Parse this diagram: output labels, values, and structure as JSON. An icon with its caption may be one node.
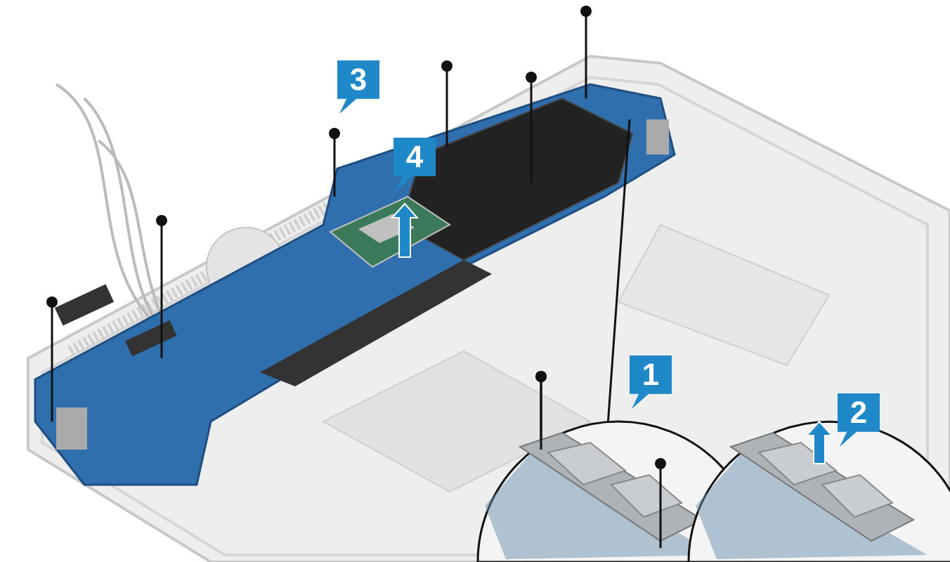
{
  "diagram": {
    "labels": [
      "3",
      "4",
      "1",
      "2"
    ]
  }
}
